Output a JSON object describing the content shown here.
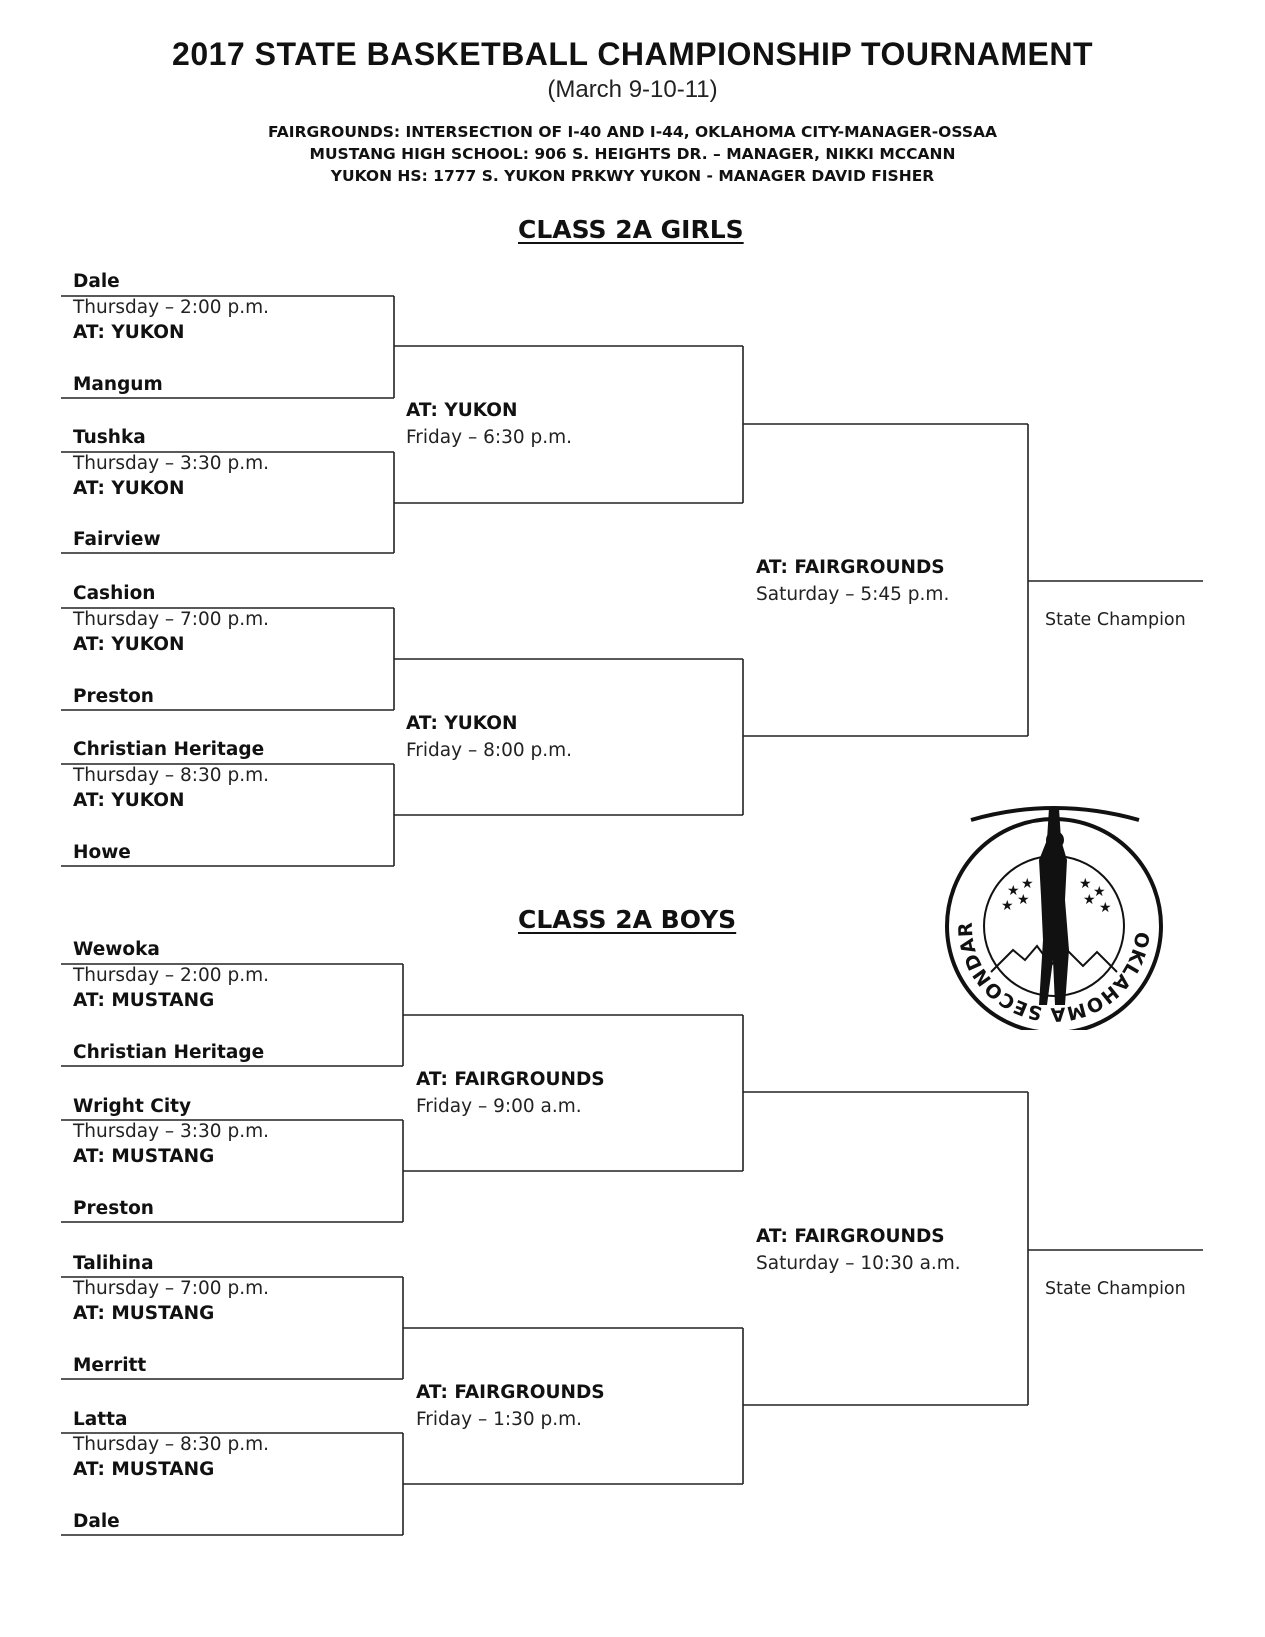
{
  "header": {
    "title": "2017 STATE  BASKETBALL  CHAMPIONSHIP  TOURNAMENT",
    "dates": "(March 9-10-11)",
    "venues": [
      "FAIRGROUNDS: INTERSECTION OF I-40 AND I-44, OKLAHOMA CITY-MANAGER-OSSAA",
      "MUSTANG HIGH SCHOOL: 906 S. HEIGHTS DR. – MANAGER, NIKKI MCCANN",
      "YUKON HS: 1777 S. YUKON PRKWY YUKON - MANAGER DAVID FISHER"
    ]
  },
  "girls": {
    "heading": "CLASS 2A GIRLS",
    "first_round": [
      {
        "top": "Dale",
        "time": "Thursday – 2:00 p.m.",
        "loc": "AT: YUKON",
        "bottom": "Mangum"
      },
      {
        "top": "Tushka",
        "time": "Thursday – 3:30 p.m.",
        "loc": "AT: YUKON",
        "bottom": "Fairview"
      },
      {
        "top": "Cashion",
        "time": "Thursday – 7:00 p.m.",
        "loc": "AT: YUKON",
        "bottom": "Preston"
      },
      {
        "top": "Christian Heritage",
        "time": "Thursday – 8:30 p.m.",
        "loc": "AT: YUKON",
        "bottom": "Howe"
      }
    ],
    "semis": [
      {
        "loc": "AT: YUKON",
        "time": "Friday – 6:30 p.m."
      },
      {
        "loc": "AT: YUKON",
        "time": "Friday – 8:00 p.m."
      }
    ],
    "final": {
      "loc": "AT: FAIRGROUNDS",
      "time": "Saturday – 5:45 p.m."
    },
    "champion": "State Champion"
  },
  "boys": {
    "heading": "CLASS 2A BOYS",
    "first_round": [
      {
        "top": "Wewoka",
        "time": "Thursday – 2:00 p.m.",
        "loc": "AT: MUSTANG",
        "bottom": "Christian Heritage"
      },
      {
        "top": "Wright City",
        "time": "Thursday – 3:30 p.m.",
        "loc": "AT: MUSTANG",
        "bottom": "Preston"
      },
      {
        "top": "Talihina",
        "time": "Thursday – 7:00 p.m.",
        "loc": "AT: MUSTANG",
        "bottom": "Merritt"
      },
      {
        "top": "Latta",
        "time": "Thursday – 8:30 p.m.",
        "loc": "AT: MUSTANG",
        "bottom": "Dale"
      }
    ],
    "semis": [
      {
        "loc": "AT:  FAIRGROUNDS",
        "time": "Friday – 9:00 a.m."
      },
      {
        "loc": "AT: FAIRGROUNDS",
        "time": "Friday – 1:30 p.m."
      }
    ],
    "final": {
      "loc": "AT:  FAIRGROUNDS",
      "time": "Saturday – 10:30 a.m."
    },
    "champion": "State Champion"
  },
  "seal": {
    "arc_text": "OKLAHOMA SECONDARY SCHOOL ACTIVITIES ASSOCIATION",
    "icon": "ossaa-seal-icon"
  }
}
